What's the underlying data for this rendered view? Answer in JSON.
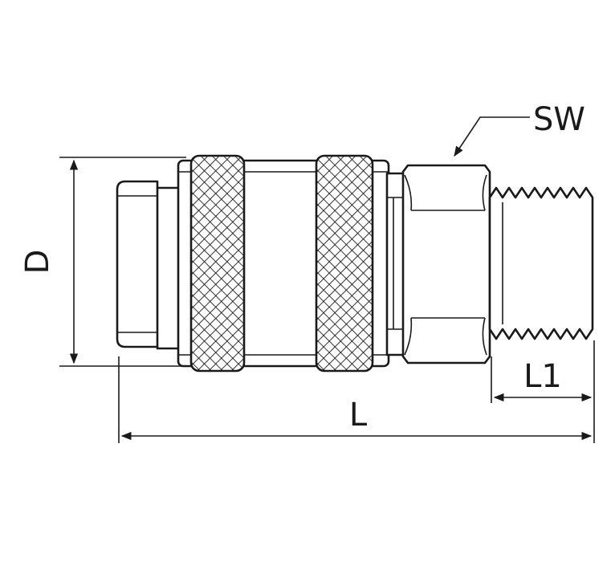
{
  "labels": {
    "diameter": "D",
    "wrench_size": "SW",
    "total_length": "L",
    "thread_length": "L1"
  },
  "colors": {
    "stroke": "#1a1a1a",
    "background": "#ffffff"
  }
}
